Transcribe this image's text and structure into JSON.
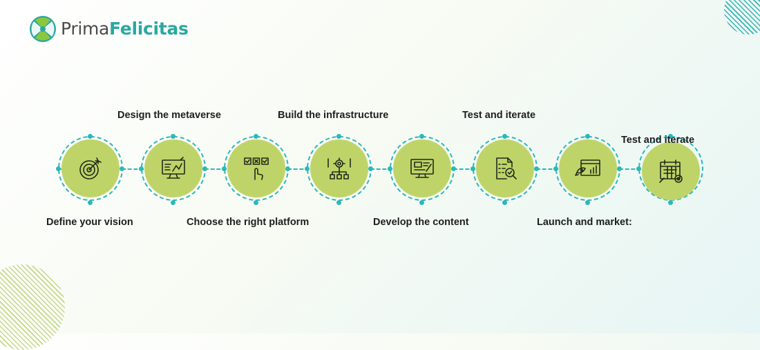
{
  "brand": {
    "name_part1": "Prima",
    "name_part2": "Felicitas"
  },
  "steps": [
    {
      "label": "Define your vision",
      "icon": "target-icon"
    },
    {
      "label": "Design the metaverse",
      "icon": "design-monitor-icon"
    },
    {
      "label": "Choose the right platform",
      "icon": "checklist-choice-icon"
    },
    {
      "label": "Build the infrastructure",
      "icon": "infrastructure-gear-icon"
    },
    {
      "label": "Develop the content",
      "icon": "content-monitor-icon"
    },
    {
      "label": "Test and iterate",
      "icon": "test-report-icon"
    },
    {
      "label": "Launch and market:",
      "icon": "rocket-launch-icon"
    },
    {
      "label": "Test and iterate",
      "icon": "calendar-settings-icon"
    }
  ],
  "colors": {
    "accent": "#2cb7b9",
    "circle": "#bfd468",
    "brand_teal": "#2aa8a0"
  }
}
